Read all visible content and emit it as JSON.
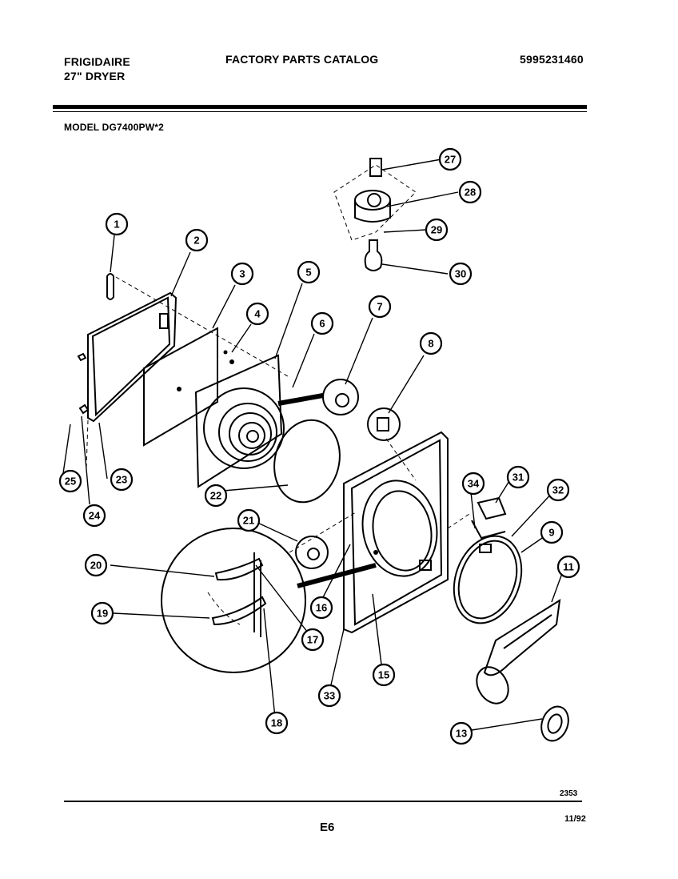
{
  "header": {
    "brand_line1": "FRIGIDAIRE",
    "brand_line2": "27\" DRYER",
    "catalog_title": "FACTORY PARTS CATALOG",
    "catalog_number": "5995231460",
    "model_label": "MODEL DG7400PW*2"
  },
  "footer": {
    "figure_number": "2353",
    "page_number": "E6",
    "date": "11/92"
  },
  "callouts": [
    {
      "id": "c1",
      "label": "1"
    },
    {
      "id": "c2",
      "label": "2"
    },
    {
      "id": "c3",
      "label": "3"
    },
    {
      "id": "c4",
      "label": "4"
    },
    {
      "id": "c5",
      "label": "5"
    },
    {
      "id": "c6",
      "label": "6"
    },
    {
      "id": "c7",
      "label": "7"
    },
    {
      "id": "c8",
      "label": "8"
    },
    {
      "id": "c9",
      "label": "9"
    },
    {
      "id": "c11",
      "label": "11"
    },
    {
      "id": "c13",
      "label": "13"
    },
    {
      "id": "c15",
      "label": "15"
    },
    {
      "id": "c16",
      "label": "16"
    },
    {
      "id": "c17",
      "label": "17"
    },
    {
      "id": "c18",
      "label": "18"
    },
    {
      "id": "c19",
      "label": "19"
    },
    {
      "id": "c20",
      "label": "20"
    },
    {
      "id": "c21",
      "label": "21"
    },
    {
      "id": "c22",
      "label": "22"
    },
    {
      "id": "c23",
      "label": "23"
    },
    {
      "id": "c24",
      "label": "24"
    },
    {
      "id": "c25",
      "label": "25"
    },
    {
      "id": "c27",
      "label": "27"
    },
    {
      "id": "c28",
      "label": "28"
    },
    {
      "id": "c29",
      "label": "29"
    },
    {
      "id": "c30",
      "label": "30"
    },
    {
      "id": "c31",
      "label": "31"
    },
    {
      "id": "c32",
      "label": "32"
    },
    {
      "id": "c33",
      "label": "33"
    },
    {
      "id": "c34",
      "label": "34"
    }
  ]
}
